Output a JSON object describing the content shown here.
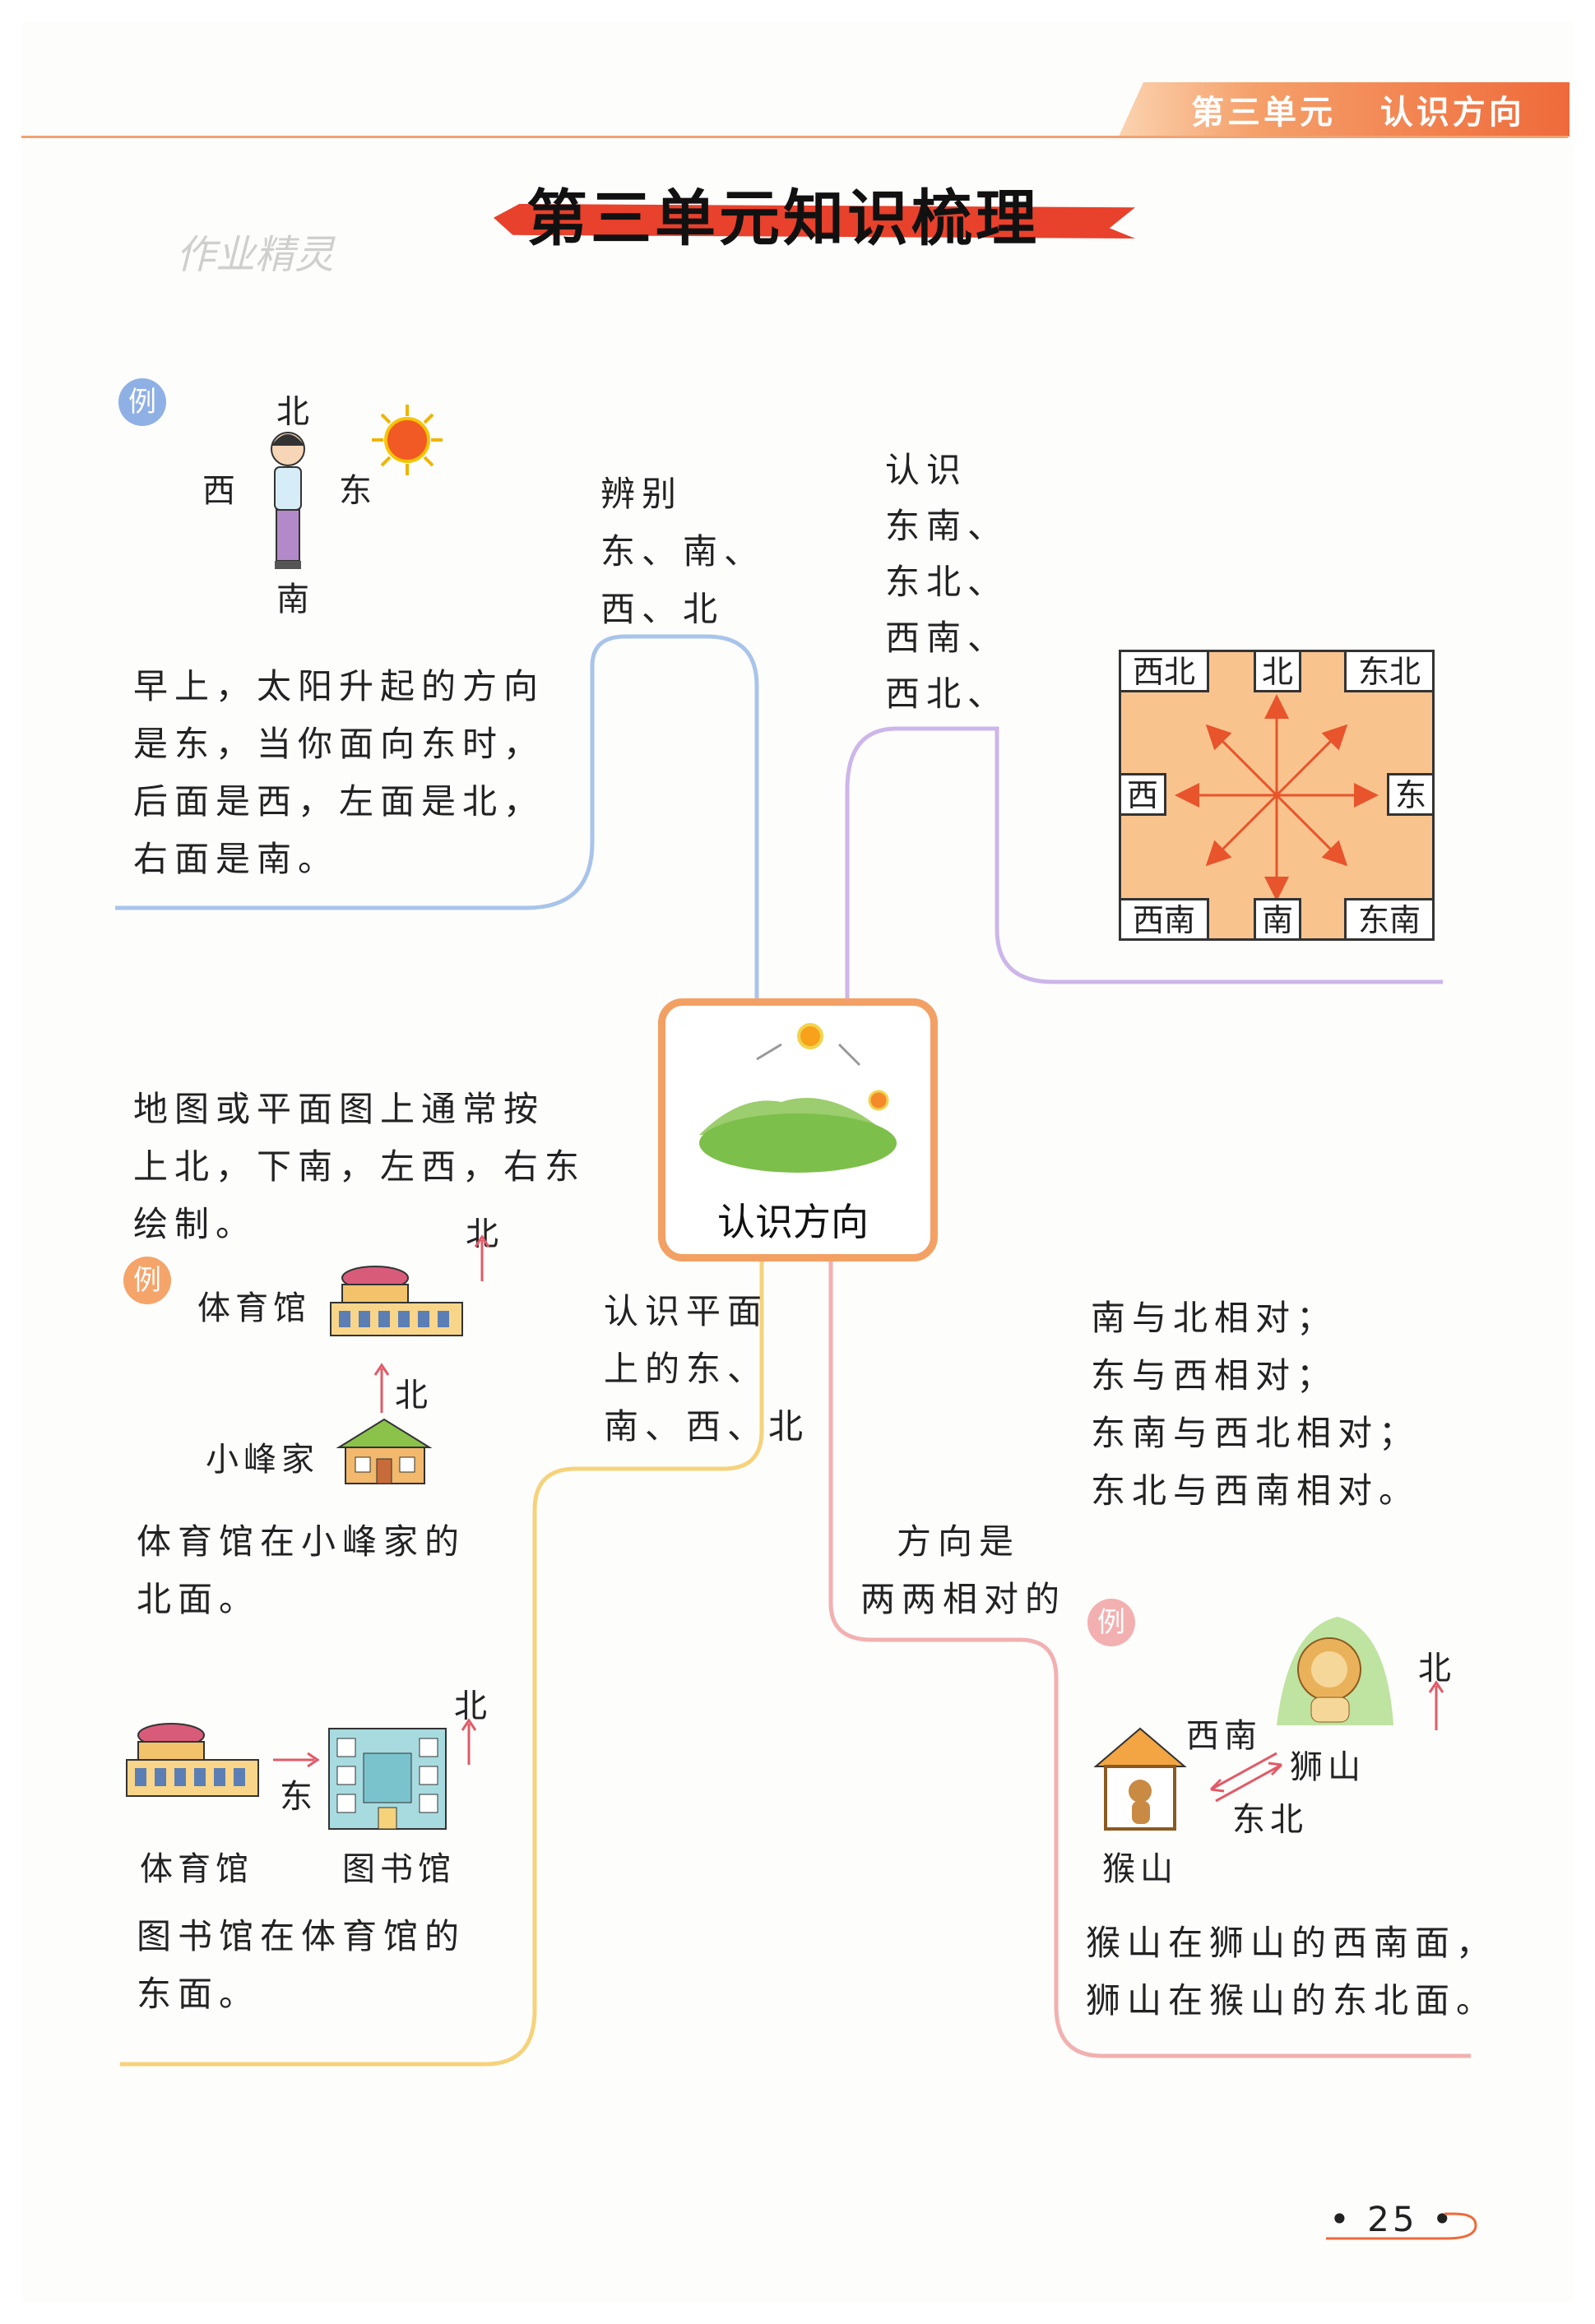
{
  "header": {
    "tab": "第三单元   认识方向"
  },
  "title": "第三单元知识梳理",
  "watermark": "作业精灵",
  "center": {
    "label": "认识方向"
  },
  "branch1": {
    "label": [
      "辨别",
      "东、南、",
      "西、北"
    ],
    "badge": "例",
    "figure": {
      "north": "北",
      "west": "西",
      "east": "东",
      "south": "南"
    },
    "text": [
      "早上，太阳升起的方向",
      "是东，当你面向东时，",
      "后面是西，左面是北，",
      "右面是南。"
    ]
  },
  "branch2": {
    "label": [
      "认识",
      "东南、",
      "东北、",
      "西南、",
      "西北、"
    ],
    "compass": {
      "nw": "西北",
      "n": "北",
      "ne": "东北",
      "w": "西",
      "e": "东",
      "sw": "西南",
      "s": "南",
      "se": "东南"
    }
  },
  "branch3": {
    "label": [
      "认识平面",
      "上的东、",
      "南、西、北"
    ],
    "intro": [
      "地图或平面图上通常按",
      "上北，下南，左西，右东",
      "绘制。"
    ],
    "badge": "例",
    "north1": "北",
    "gym": "体育馆",
    "north2": "北",
    "home": "小峰家",
    "text1": [
      "体育馆在小峰家的",
      "北面。"
    ],
    "north3": "北",
    "east": "东",
    "gym2": "体育馆",
    "library": "图书馆",
    "text2": [
      "图书馆在体育馆的",
      "东面。"
    ]
  },
  "branch4": {
    "label": [
      "方向是",
      "两两相对的"
    ],
    "pairs": [
      "南与北相对；",
      "东与西相对；",
      "东南与西北相对；",
      "东北与西南相对。"
    ],
    "badge": "例",
    "north": "北",
    "southwest": "西南",
    "lion": "狮山",
    "northeast": "东北",
    "monkey": "猴山",
    "text": [
      "猴山在狮山的西南面，",
      "狮山在猴山的东北面。"
    ]
  },
  "page_number": "25"
}
